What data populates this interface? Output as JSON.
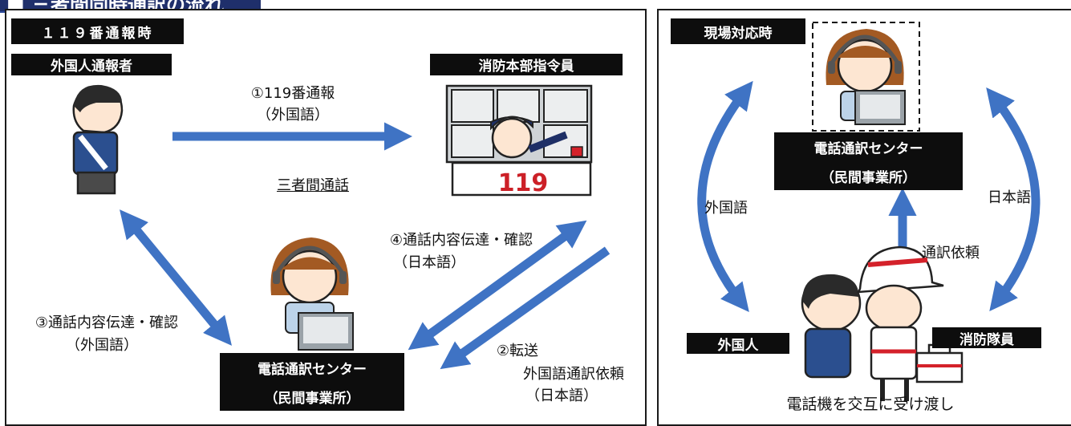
{
  "header": {
    "title": "■ 三者間同時通訳の流れ"
  },
  "left_panel": {
    "label": "１１９番通報時",
    "caller_label": "外国人通報者",
    "dispatcher_label": "消防本部指令員",
    "arrow1_line1": "①119番通報",
    "arrow1_line2": "（外国語）",
    "three_way": "三者間通話",
    "arrow2_line1": "②転送",
    "arrow2_line2": "外国語通訳依頼",
    "arrow2_line3": "（日本語）",
    "arrow3_line1": "③通話内容伝達・確認",
    "arrow3_line2": "（外国語）",
    "arrow4_line1": "④通話内容伝達・確認",
    "arrow4_line2": "（日本語）",
    "center_line1": "電話通訳センター",
    "center_line2": "（民間事業所）",
    "sign_text": "119"
  },
  "right_panel": {
    "label": "現場対応時",
    "center_line1": "電話通訳センター",
    "center_line2": "（民間事業所）",
    "foreign_lang": "外国語",
    "japanese": "日本語",
    "interp_request": "通訳依頼",
    "foreigner_label": "外国人",
    "firefighter_label": "消防隊員",
    "bottom_caption": "電話機を交互に受け渡し"
  },
  "colors": {
    "arrow": "#3f73c4",
    "banner": "#1f2f6b"
  },
  "icons": [
    "caller-figure-icon",
    "dispatcher-console-icon",
    "operator-headset-icon",
    "firefighter-figure-icon",
    "toolbox-icon"
  ]
}
